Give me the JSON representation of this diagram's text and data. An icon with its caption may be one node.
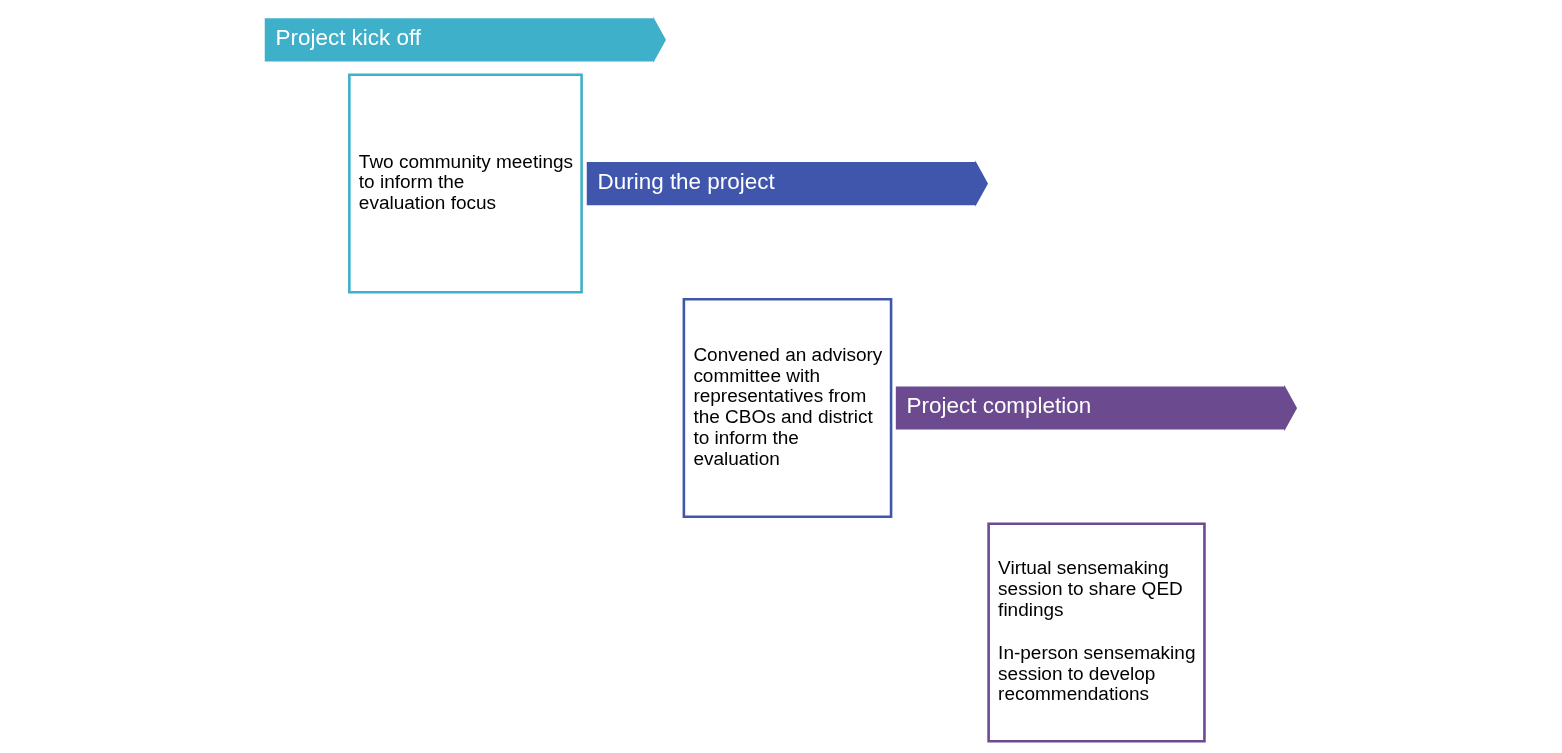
{
  "diagram": {
    "nodes": [
      {
        "text": [
          "Project kick off"
        ]
      },
      {
        "text": [
          "Two community meetings to inform the evaluation focus"
        ]
      },
      {
        "text": [
          "During the project"
        ]
      },
      {
        "text": [
          "Convened an advisory committee with representatives from the CBOs and district to inform the evaluation"
        ]
      },
      {
        "text": [
          "Project completion"
        ]
      },
      {
        "text": [
          "Virtual sensemaking session to share QED findings",
          "In-person sensemaking session to develop recommendations"
        ]
      }
    ]
  }
}
